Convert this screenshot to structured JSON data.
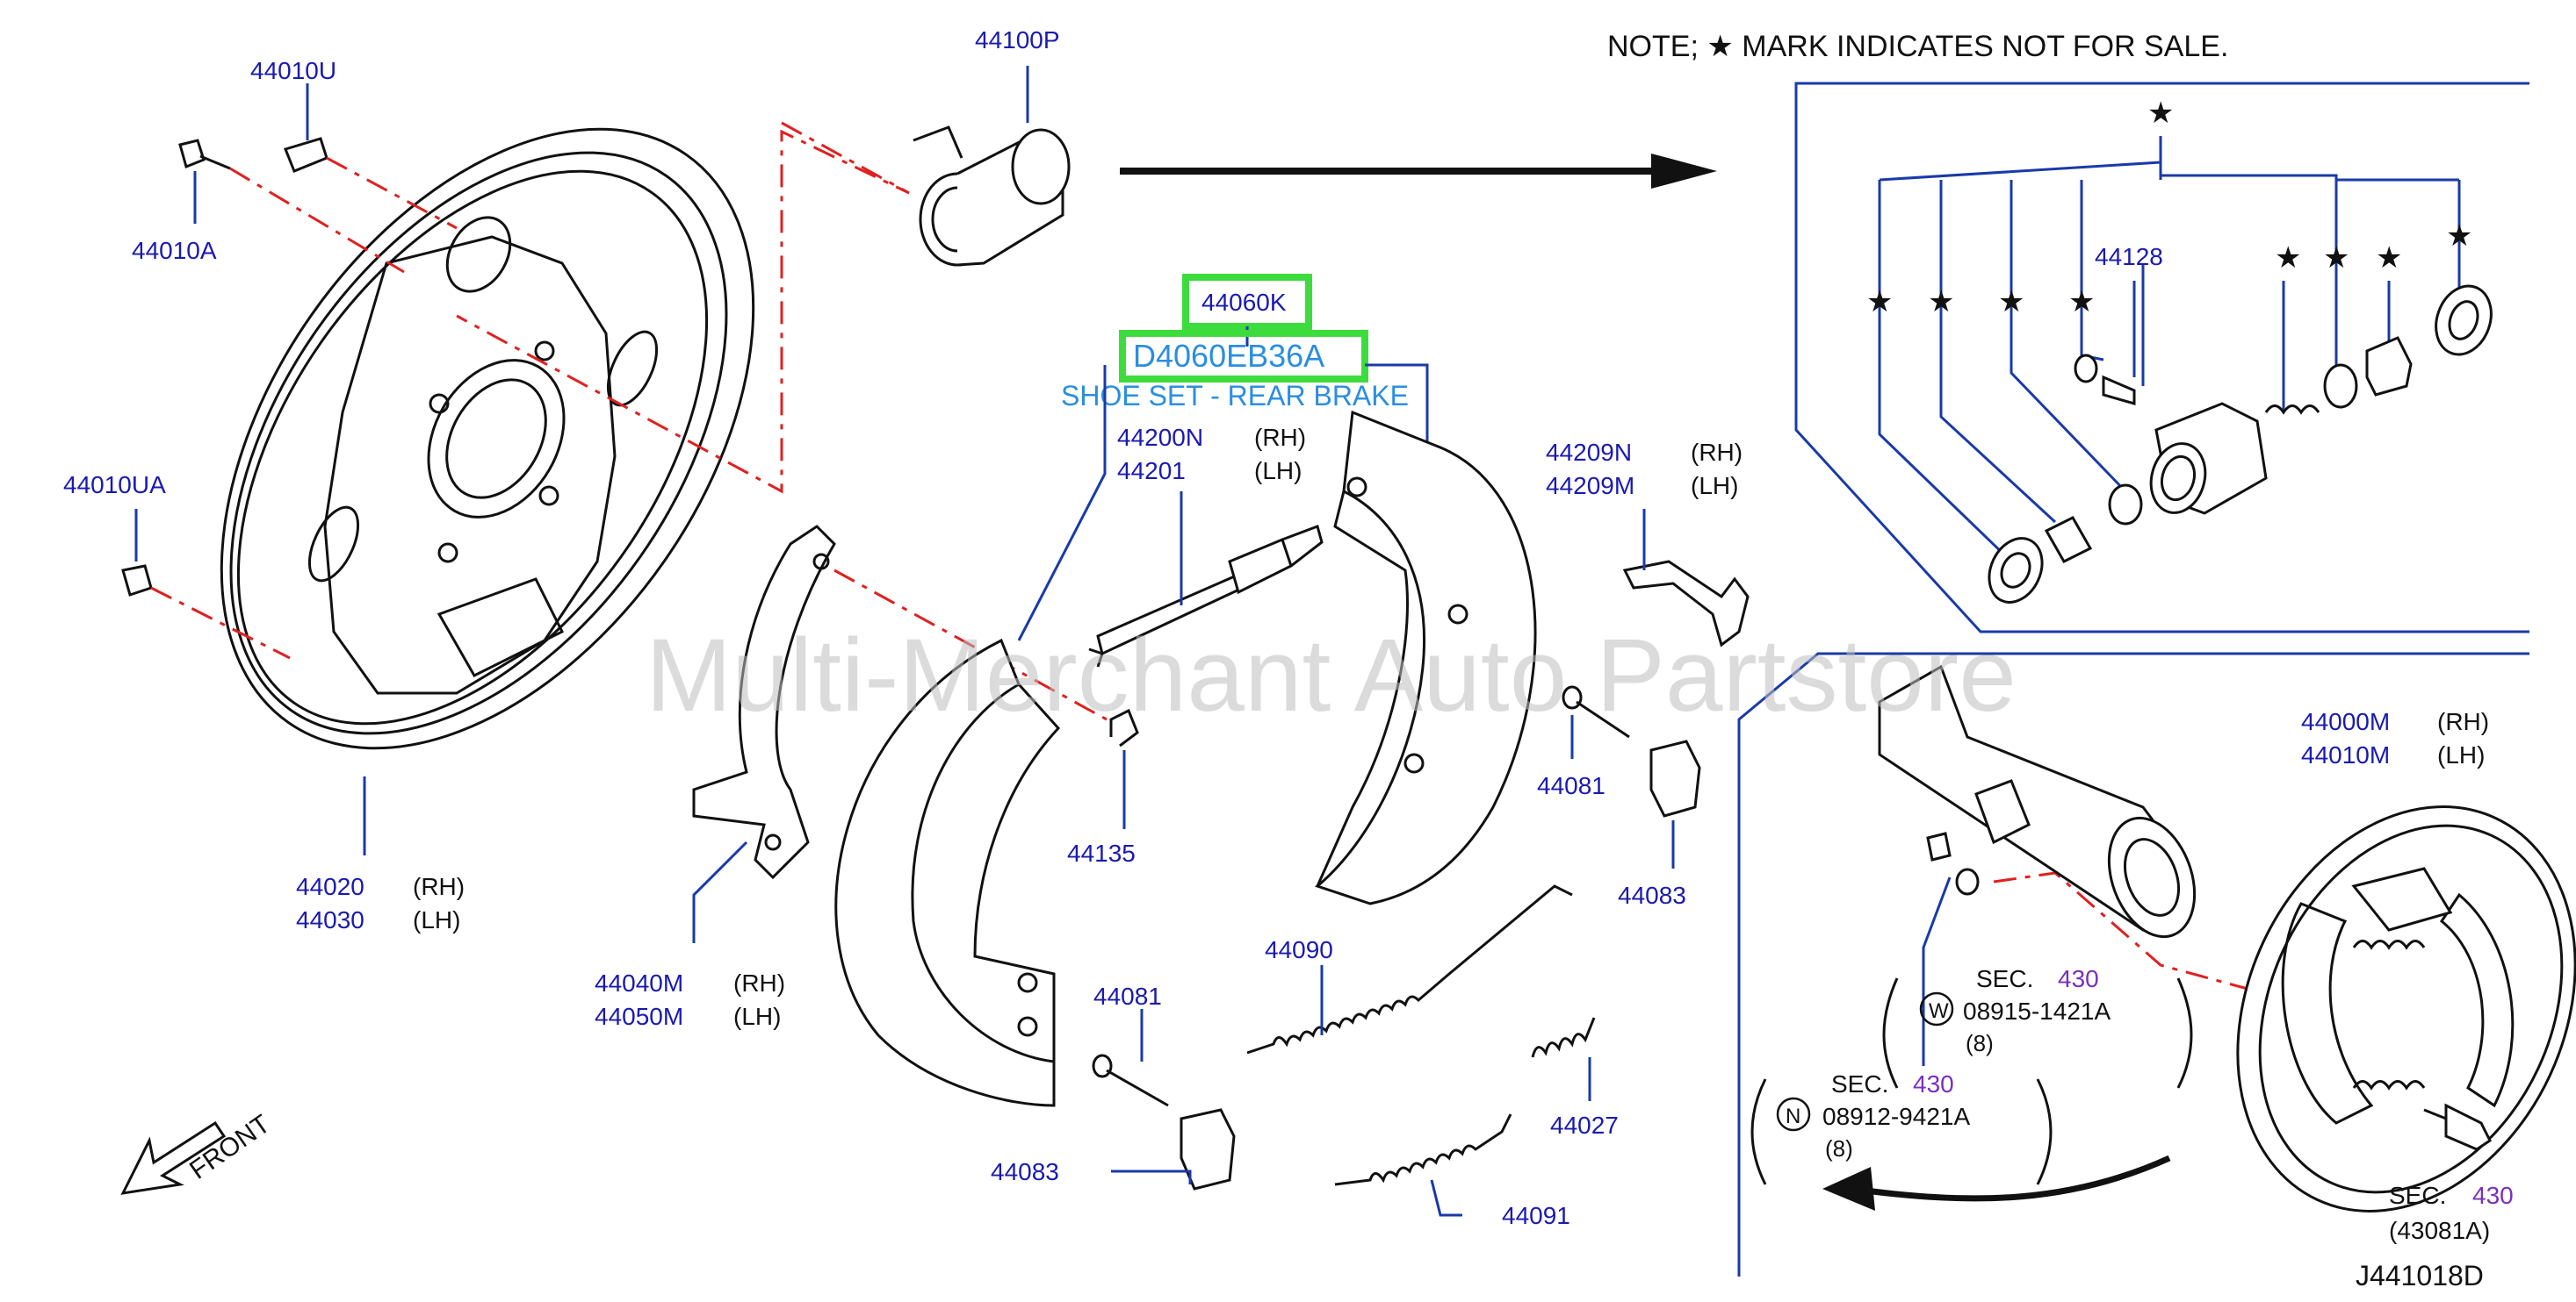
{
  "note": "NOTE;   ★ MARK INDICATES NOT FOR SALE.",
  "highlight_part": "44060K",
  "highlight_code": "D4060EB36A",
  "highlight_desc": "SHOE SET - REAR BRAKE",
  "watermark": "Multi-Merchant Auto Partstore",
  "diagram_id": "J441018D",
  "front_label": "FRONT",
  "colors": {
    "label_blue": "#1a1ab0",
    "highlight_green": "#3ddc3d",
    "highlight_text": "#2a8ee0",
    "phantom_red": "#e02020",
    "sec_purple": "#7a2fbf"
  },
  "labels": [
    {
      "key": "p44100P",
      "text": "44100P"
    },
    {
      "key": "p44010U",
      "text": "44010U"
    },
    {
      "key": "p44010A",
      "text": "44010A"
    },
    {
      "key": "p44010UA",
      "text": "44010UA"
    },
    {
      "key": "p44020",
      "text": "44020"
    },
    {
      "key": "p44030",
      "text": "44030"
    },
    {
      "key": "p44040M",
      "text": "44040M"
    },
    {
      "key": "p44050M",
      "text": "44050M"
    },
    {
      "key": "p44200N",
      "text": "44200N"
    },
    {
      "key": "p44201",
      "text": "44201"
    },
    {
      "key": "p44135",
      "text": "44135"
    },
    {
      "key": "p44209N",
      "text": "44209N"
    },
    {
      "key": "p44209M",
      "text": "44209M"
    },
    {
      "key": "p44081a",
      "text": "44081"
    },
    {
      "key": "p44081b",
      "text": "44081"
    },
    {
      "key": "p44083a",
      "text": "44083"
    },
    {
      "key": "p44083b",
      "text": "44083"
    },
    {
      "key": "p44090",
      "text": "44090"
    },
    {
      "key": "p44091",
      "text": "44091"
    },
    {
      "key": "p44027",
      "text": "44027"
    },
    {
      "key": "p44128",
      "text": "44128"
    },
    {
      "key": "p44000M",
      "text": "44000M"
    },
    {
      "key": "p44010M",
      "text": "44010M"
    }
  ],
  "sides": {
    "rh": "(RH)",
    "lh": "(LH)"
  },
  "sec": {
    "word": "SEC.",
    "num": "430"
  },
  "fasteners": [
    {
      "symbol": "W",
      "part": "08915-1421A",
      "qty": "(8)"
    },
    {
      "symbol": "N",
      "part": "08912-9421A",
      "qty": "(8)"
    },
    {
      "part": "(43081A)"
    }
  ],
  "star": "★"
}
